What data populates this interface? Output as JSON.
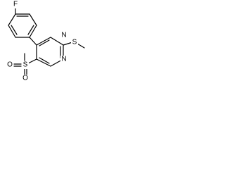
{
  "molecule": {
    "atoms": {
      "fluorine": "F",
      "ring_n_upper": "N",
      "ring_n_lower": "N",
      "sulfur_thioether": "S",
      "sulfur_sulfonyl": "S",
      "oxygen_left": "O",
      "oxygen_bottom": "O"
    },
    "colors": {
      "bond": "#000000",
      "label": "#000000",
      "background": "#ffffff"
    }
  }
}
